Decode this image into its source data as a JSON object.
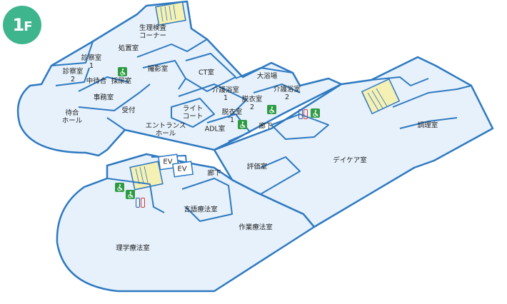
{
  "floor": {
    "number": "1",
    "suffix": "F"
  },
  "colors": {
    "wall": "#2e79c0",
    "floor_fill": "#e6f1fb",
    "stair_fill": "#f5f0b4",
    "accent": "#3fb58e",
    "wc_green": "#2e9b43",
    "toilet_male": "#2e5fa8",
    "toilet_female": "#d23a3a"
  },
  "rooms": {
    "physio_test": [
      "生理検査",
      "コーナー"
    ],
    "treatment": [
      "処置室"
    ],
    "exam1": [
      "診察室",
      "1"
    ],
    "exam2": [
      "診察室",
      "2"
    ],
    "waiting_mid": [
      "中待合"
    ],
    "blood": [
      "採尿室"
    ],
    "xray": [
      "撮影室"
    ],
    "ct": [
      "CT室"
    ],
    "office": [
      "事務室"
    ],
    "reception": [
      "受付"
    ],
    "waiting_hall": [
      "待合",
      "ホール"
    ],
    "entrance": [
      "エントランス",
      "ホール"
    ],
    "light_court": [
      "ライト",
      "コート"
    ],
    "care_bath1": [
      "介護浴室",
      "1"
    ],
    "big_bath": [
      "大浴場"
    ],
    "care_bath2": [
      "介護浴室",
      "2"
    ],
    "dressing2": [
      "脱衣室",
      "2"
    ],
    "dressing1": [
      "脱衣室",
      "1"
    ],
    "adl": [
      "ADL室"
    ],
    "corridor_upper": [
      "廊下"
    ],
    "kitchen": [
      "調理室"
    ],
    "daycare": [
      "デイケア室"
    ],
    "evaluation": [
      "評価室"
    ],
    "corridor_lower": [
      "廊下"
    ],
    "ev1": [
      "EV"
    ],
    "ev2": [
      "EV"
    ],
    "speech": [
      "言語療法室"
    ],
    "occupational": [
      "作業療法室"
    ],
    "physical": [
      "理学療法室"
    ]
  },
  "icons": [
    {
      "name": "wheelchair-icon-blood-room"
    },
    {
      "name": "wheelchair-icon-bath"
    },
    {
      "name": "wheelchair-icon-dressing"
    },
    {
      "name": "wheelchair-icon-corridor"
    },
    {
      "name": "wheelchair-icon-stair1"
    },
    {
      "name": "wheelchair-icon-stair2"
    },
    {
      "name": "toilet-icon-corridor"
    },
    {
      "name": "toilet-icon-stair"
    }
  ]
}
